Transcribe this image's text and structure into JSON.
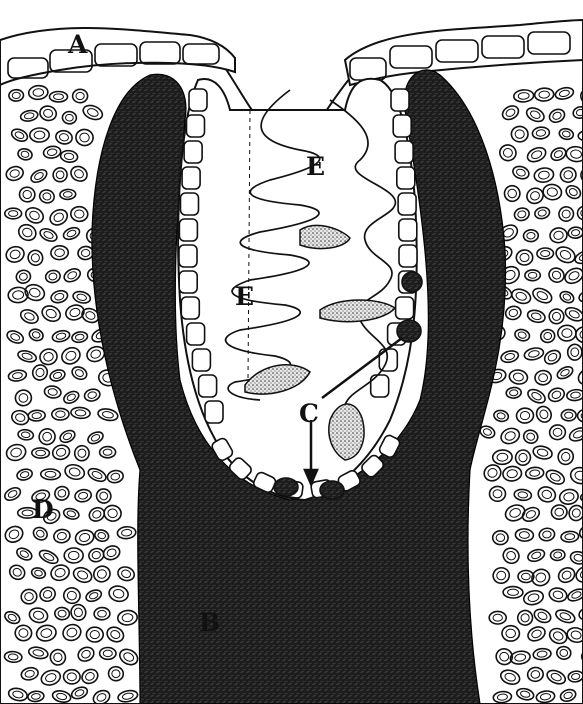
{
  "figure": {
    "labels": {
      "a": "A",
      "b": "B",
      "c": "C",
      "d": "D",
      "e_upper": "E",
      "e_lower": "E"
    },
    "colors": {
      "ink": "#111111",
      "paper": "#ffffff",
      "dark_tissue": "#1c1c1c",
      "stipple": "#cfcfcf"
    }
  }
}
